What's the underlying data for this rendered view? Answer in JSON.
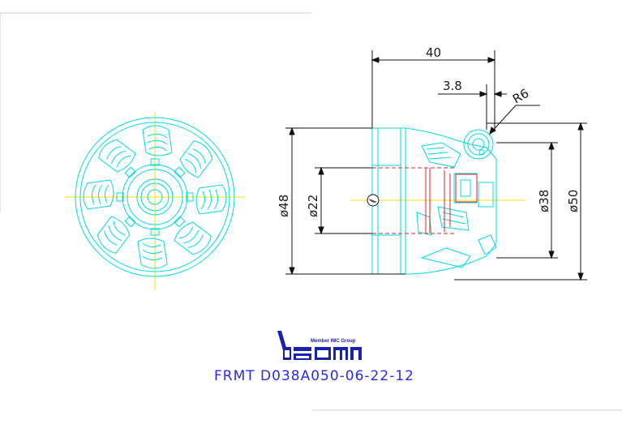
{
  "drawing": {
    "part_number": "FRMT D038A050-06-22-12",
    "logo": {
      "tagline": "Member IMC Group",
      "brand": "iscar"
    },
    "dimensions": {
      "length": "40",
      "offset": "3.8",
      "radius": "R6",
      "body_diameter": "ø48",
      "bore_diameter": "ø22",
      "cut_diameter": "ø38",
      "outer_diameter": "ø50"
    },
    "colors": {
      "outline": "#00d8e8",
      "hidden": "#e02020",
      "centerline": "#f0e000",
      "dimension": "#111111",
      "title": "#2a2af0",
      "logo": "#1a20b0"
    }
  }
}
